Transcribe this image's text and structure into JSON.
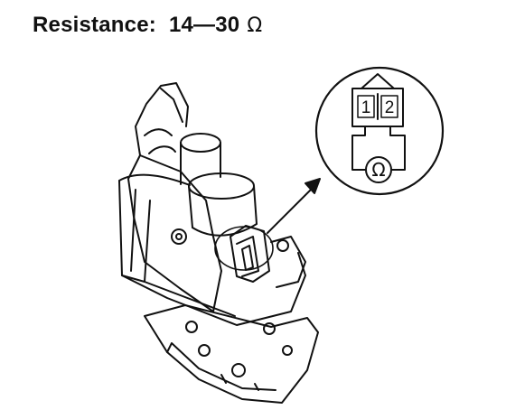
{
  "spec": {
    "label": "Resistance:",
    "value": "14—30",
    "unit": "Ω"
  },
  "connector": {
    "pin_1": "1",
    "pin_2": "2"
  },
  "meter": {
    "symbol": "Ω",
    "icon": "ohmmeter-icon"
  }
}
